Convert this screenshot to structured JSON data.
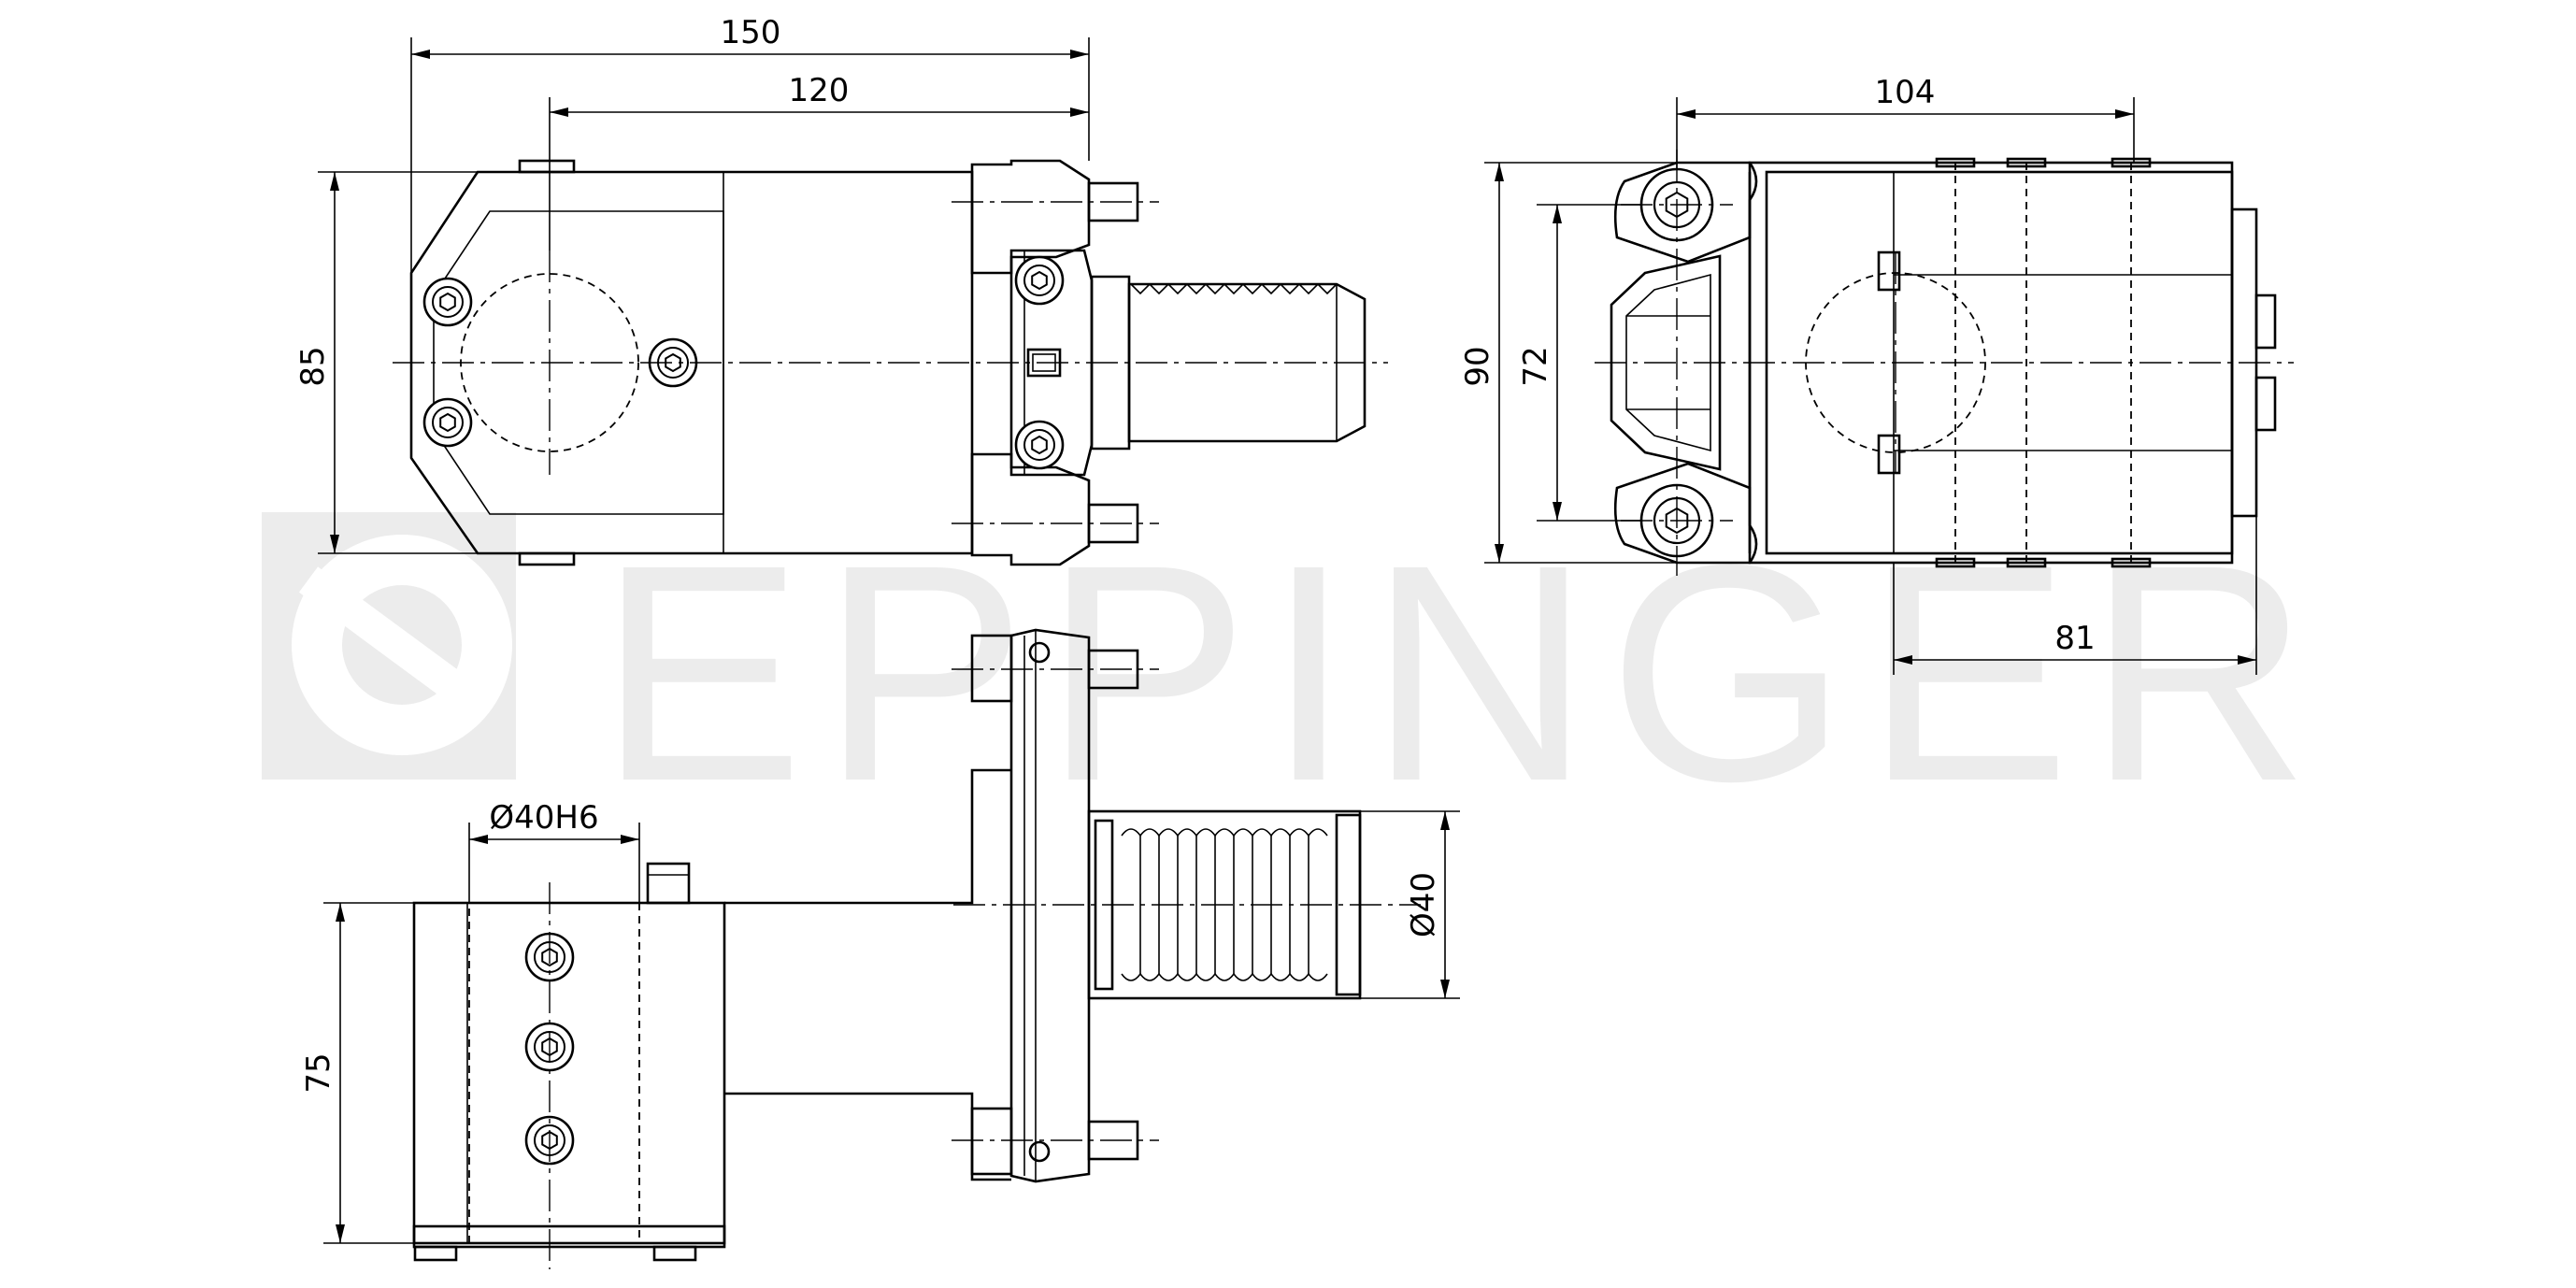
{
  "watermark": {
    "brand": "EPPINGER",
    "color": "#ececec"
  },
  "dimensions": {
    "front_width_overall": "150",
    "front_width_body": "120",
    "front_height": "85",
    "side_width": "104",
    "side_height_overall": "90",
    "side_height_bolts": "72",
    "side_depth": "81",
    "bore": "Ø40H6",
    "shank": "Ø40",
    "top_height": "75"
  },
  "colors": {
    "line": "#000000",
    "background": "#ffffff"
  },
  "icons": [
    "socket-screw-icon",
    "center-mark-icon"
  ]
}
